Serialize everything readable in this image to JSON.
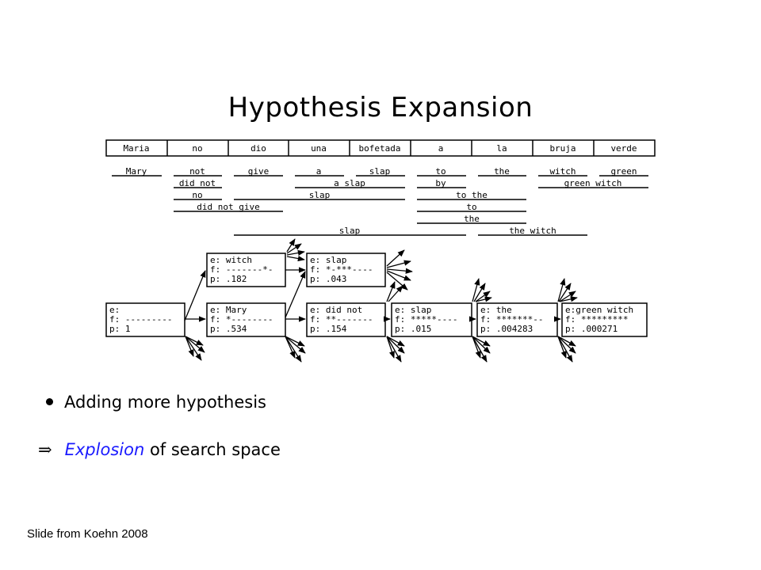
{
  "title": "Hypothesis Expansion",
  "source_words": [
    "Maria",
    "no",
    "dio",
    "una",
    "bofetada",
    "a",
    "la",
    "bruja",
    "verde"
  ],
  "translation_options": [
    "Mary",
    "not",
    "give",
    "a",
    "slap",
    "to",
    "the",
    "witch",
    "green",
    "did not",
    "a slap",
    "by",
    "green witch",
    "no",
    "slap",
    "to the",
    "did not give",
    "to",
    "the",
    "slap",
    "the witch"
  ],
  "hypotheses": [
    {
      "e": "e:",
      "f": "f: ---------",
      "p": "p: 1"
    },
    {
      "e": "e: Mary",
      "f": "f: *--------",
      "p": "p: .534"
    },
    {
      "e": "e: witch",
      "f": "f: -------*-",
      "p": "p: .182"
    },
    {
      "e": "e: slap",
      "f": "f: *-***----",
      "p": "p: .043"
    },
    {
      "e": "e: did not",
      "f": "f: **-------",
      "p": "p: .154"
    },
    {
      "e": "e: slap",
      "f": "f: *****----",
      "p": "p: .015"
    },
    {
      "e": "e: the",
      "f": "f: *******--",
      "p": "p: .004283"
    },
    {
      "e": "e:green witch",
      "f": "f: *********",
      "p": "p: .000271"
    }
  ],
  "bullet": "Adding more hypothesis",
  "implication": {
    "arrow": "⇒",
    "emphasis": "Explosion",
    "rest": " of search space"
  },
  "credit": "Slide from Koehn 2008",
  "colors": {
    "emphasis": "#1a1aff"
  }
}
